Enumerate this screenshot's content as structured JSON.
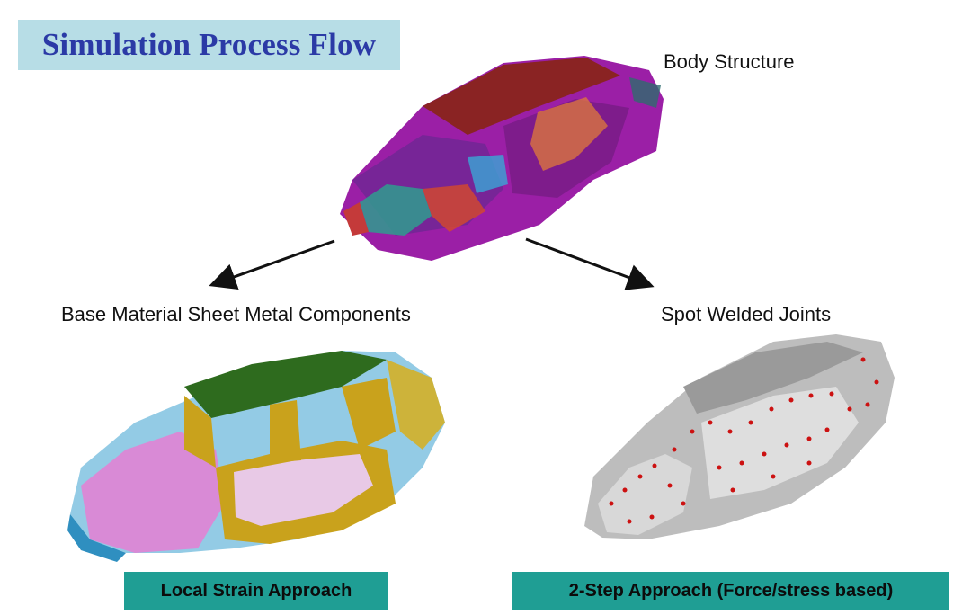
{
  "title": "Simulation Process Flow",
  "captions": {
    "body_structure": "Body Structure",
    "base_material": "Base Material Sheet Metal Components",
    "spot_welded": "Spot Welded Joints"
  },
  "approaches": {
    "local_strain": "Local Strain Approach",
    "two_step": "2-Step Approach (Force/stress based)"
  },
  "colors": {
    "title_bg": "#b7dde6",
    "title_text": "#2b3aa6",
    "approach_bg": "#1f9e94",
    "body_purple": "#9b1fa6",
    "roof_red": "#8a2323",
    "door_gold": "#c9a21c",
    "roof_green": "#2e6b1e",
    "pink_panel": "#d98ad6",
    "weld_red": "#cc1111",
    "grey_body": "#bdbdbd"
  }
}
